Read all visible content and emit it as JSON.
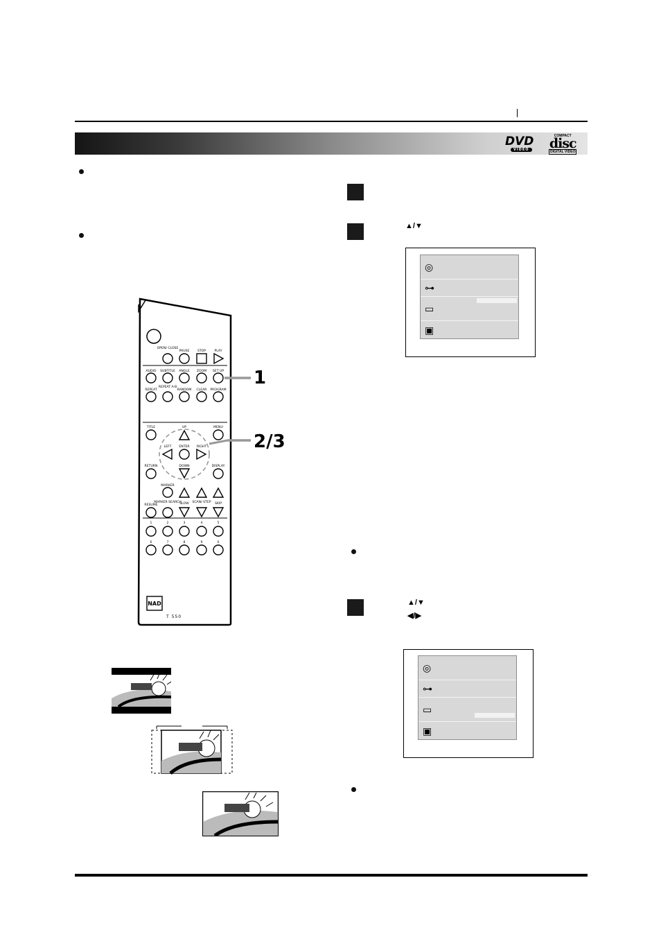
{
  "header": {
    "brand_dvd": "DVD",
    "brand_dvd_sub": "VIDEO",
    "brand_disc_top": "COMPACT",
    "brand_disc": "disc",
    "brand_disc_bottom": "DIGITAL VIDEO"
  },
  "steps": {
    "step2_arrows": "▲/▼",
    "step3_arrows_updown": "▲/▼",
    "step3_arrows_leftright": "◀/▶"
  },
  "remote": {
    "brand": "NAD",
    "model": "T 550",
    "callout_1": "1",
    "callout_2": "2/3",
    "row1": [
      "OPEN/ CLOSE",
      "PAUSE",
      "STOP",
      "PLAY"
    ],
    "row2": [
      "AUDIO",
      "SUBTITLE",
      "ANGLE",
      "ZOOM",
      "SET UP"
    ],
    "row3": [
      "REPEAT",
      "REPEAT A-B",
      "RANDOM",
      "CLEAR",
      "PROGRAM"
    ],
    "nav": {
      "title": "TITLE",
      "up": "UP",
      "menu": "MENU",
      "left": "LEFT",
      "enter": "ENTER",
      "right": "RIGHT",
      "return": "RETURN",
      "down": "DOWN",
      "display": "DISPLAY"
    },
    "row4": {
      "marker": "MARKER",
      "resume": "RESUME",
      "marker_search": "MARKER SEARCH",
      "slow": "SLOW",
      "scan_step": "SCAN/ STEP",
      "skip": "SKIP"
    },
    "numbers": [
      "1",
      "2",
      "3",
      "4",
      "5",
      "6",
      "7",
      "8",
      "9",
      "0"
    ]
  },
  "menus": [
    {
      "rows": [
        "disc-icon",
        "key-icon",
        "tv-icon",
        "speaker-icon"
      ]
    },
    {
      "rows": [
        "disc-icon",
        "key-icon",
        "tv-icon",
        "speaker-icon"
      ]
    }
  ],
  "colors": {
    "banner_dark": "#151515",
    "banner_light": "#e4e4e4",
    "menu_bg": "#d8d8d8"
  }
}
